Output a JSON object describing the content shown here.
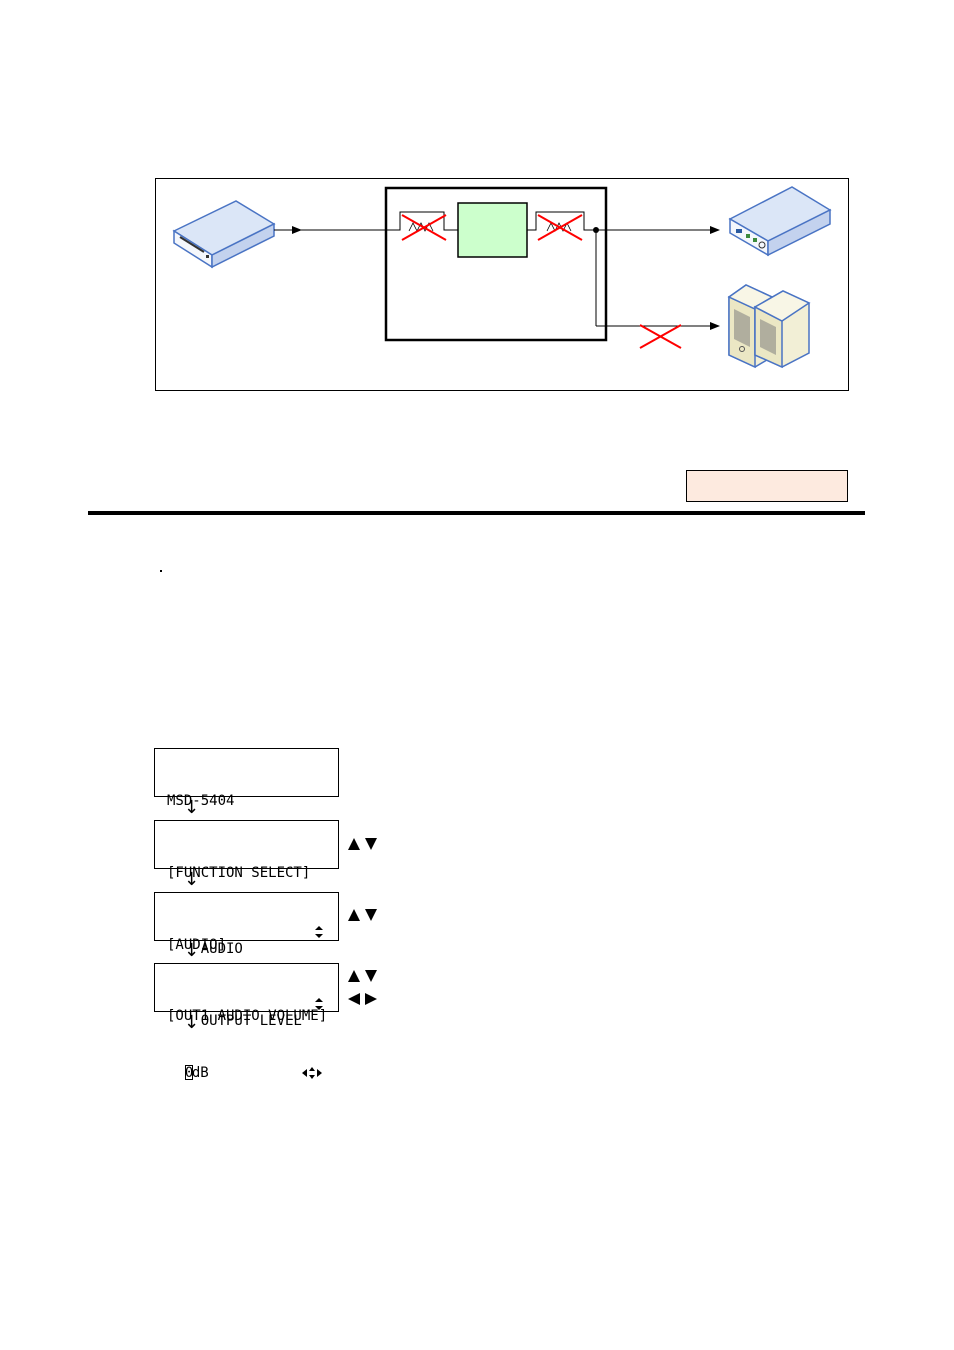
{
  "lcd_screens": [
    {
      "line1": "MSD-5404",
      "line2": ""
    },
    {
      "line1": "[FUNCTION SELECT]",
      "line2": "AUDIO",
      "icon": "up-down-arrows-icon"
    },
    {
      "line1": "[AUDIO]",
      "line2": "OUTPUT LEVEL",
      "icon": "up-down-arrows-icon"
    },
    {
      "line1": "[OUT1 AUDIO VOLUME]",
      "line2_prefix": "  ",
      "line2_cursor_char": "0",
      "line2_suffix": "dB",
      "icon": "four-way-arrows-icon"
    }
  ],
  "flow_arrow_glyph": "↓",
  "button_icons": {
    "up_down": "up-down-triangle-buttons-icon",
    "left_right": "left-right-triangle-buttons-icon"
  },
  "diagram": {
    "source_device_icon": "disc-player-icon",
    "destination_device_icon": "display-receiver-icon",
    "speakers_icon": "speakers-icon",
    "disabled_mark_icon": "red-x-icon",
    "processor_block_color": "#ccffcc",
    "device_color": "#4a74c4",
    "disabled_color": "#ff0000"
  },
  "tag_box_color": "#fdeadf"
}
